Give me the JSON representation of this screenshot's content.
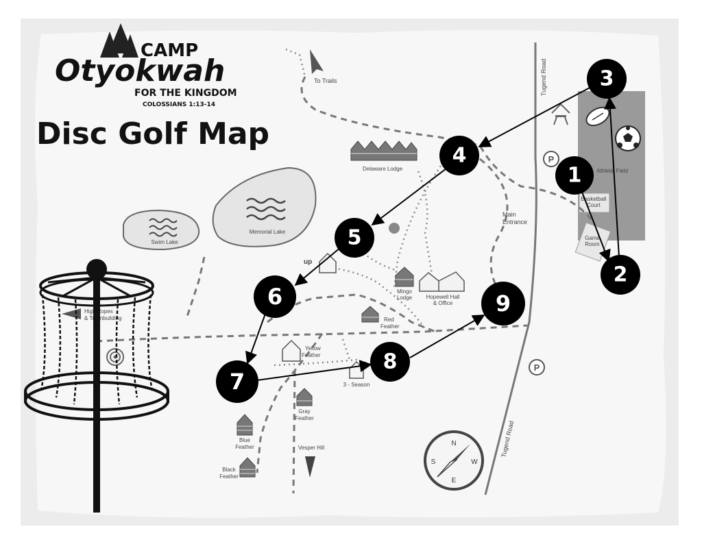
{
  "logo": {
    "camp": "CAMP",
    "name": "Otyokwah",
    "tagline": "FOR THE KINGDOM",
    "verse": "COLOSSIANS 1:13-14"
  },
  "title": "Disc Golf Map",
  "roads": {
    "top": "Tugend Road",
    "bottom": "Tugend Road"
  },
  "places": {
    "trails": "To Trails",
    "delaware": "Delaware Lodge",
    "swim_lake": "Swim Lake",
    "memorial_lake": "Memorial Lake",
    "athletic_field": "Athletic Field",
    "basketball_l1": "Basketball",
    "basketball_l2": "Court",
    "game_room_l1": "Game",
    "game_room_l2": "Room",
    "main_entrance_l1": "Main",
    "main_entrance_l2": "Entrance",
    "up": "up",
    "mingo_l1": "Mingo",
    "mingo_l2": "Lodge",
    "hopewell_l1": "Hopewell Hall",
    "hopewell_l2": "& Office",
    "red_feather_l1": "Red",
    "red_feather_l2": "Feather",
    "yellow_feather_l1": "Yellow",
    "yellow_feather_l2": "Feather",
    "three_season": "3 - Season",
    "gray_feather_l1": "Gray",
    "gray_feather_l2": "Feather",
    "blue_feather_l1": "Blue",
    "blue_feather_l2": "Feather",
    "black_feather_l1": "Black",
    "black_feather_l2": "Feather",
    "vesper_hill": "Vesper Hill",
    "high_ropes_l1": "High Ropes",
    "high_ropes_l2": "& Teambuilding",
    "parking": "P"
  },
  "compass": {
    "n": "N",
    "s": "S",
    "e": "E",
    "w": "W"
  },
  "holes": [
    "1",
    "2",
    "3",
    "4",
    "5",
    "6",
    "7",
    "8",
    "9"
  ],
  "icons": [
    "pine-trees-icon",
    "football-icon",
    "soccer-ball-icon",
    "picnic-shelter-icon",
    "parking-icon",
    "lodge-icon",
    "cabin-icon",
    "house-icon",
    "compass-icon",
    "disc-golf-basket-icon",
    "target-icon",
    "arrow-icon"
  ],
  "colors": {
    "hole_fill": "#000000",
    "athletic_field": "#9a9a9a",
    "background": "#f2f2f2",
    "path_dash": "#777777"
  }
}
